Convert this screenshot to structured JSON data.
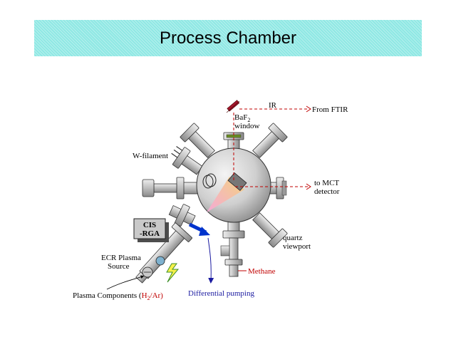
{
  "title": "Process Chamber",
  "labels": {
    "ir": "IR",
    "from_ftir": "From FTIR",
    "baf2_base": "BaF",
    "baf2_sub": "2",
    "window": "window",
    "w_filament": "W-filament",
    "to_mct": "to MCT",
    "detector": "detector",
    "cis_line1": "CIS",
    "cis_line2": "-RGA",
    "quartz": "quartz",
    "viewport": "viewport",
    "ecr_line1": "ECR Plasma",
    "ecr_line2": "Source",
    "methane": "Methane",
    "plasma_prefix": "Plasma Components (",
    "h2_base": "H",
    "h2_sub": "2",
    "plasma_suffix": "/Ar)",
    "differential_pumping": "Differential pumping"
  },
  "colors": {
    "title_band": "#8fe8e4",
    "ir_beam": "#c00000",
    "pumping_arrow": "#1a1aa0",
    "plasma_flow_arrow": "#0033cc",
    "chamber": "#d4d4d4"
  }
}
